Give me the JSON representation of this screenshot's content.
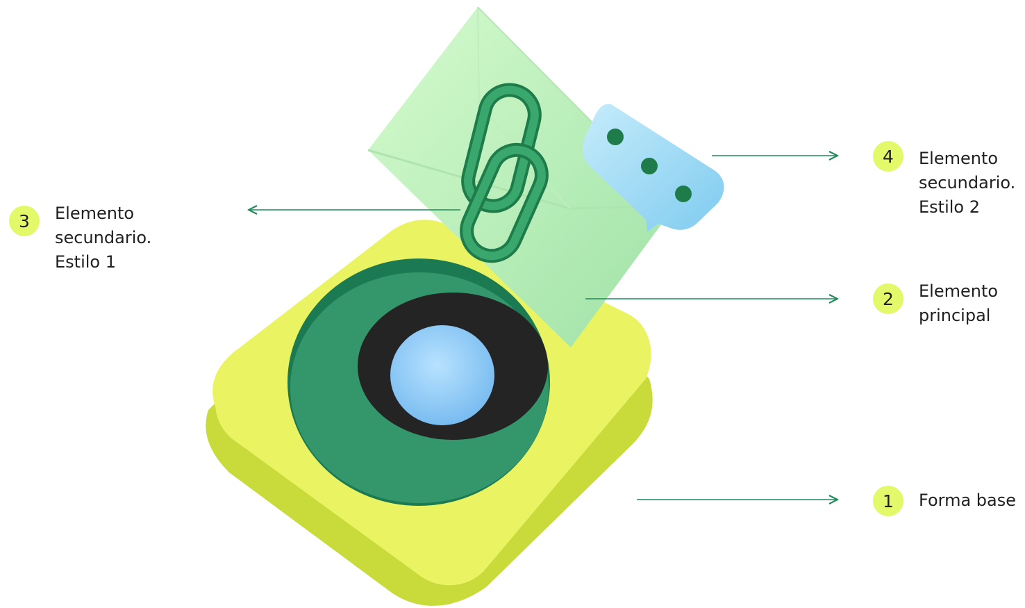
{
  "colors": {
    "badge": "#e4f96a",
    "arrow": "#1f8a5a",
    "base_yellow": "#eaf462",
    "base_green": "#34976c",
    "envelope": "#b8efb0",
    "chain": "#2e9a60",
    "bubble": "#a6ddf6"
  },
  "illustration": {
    "base_shape": "rounded-square-base",
    "main_element": "envelope-icon",
    "secondary_style_1": "chain-link-icon",
    "secondary_style_2": "chat-bubble-icon"
  },
  "callouts": [
    {
      "number": "1",
      "lines": [
        "Forma base"
      ]
    },
    {
      "number": "2",
      "lines": [
        "Elemento",
        "principal"
      ]
    },
    {
      "number": "3",
      "lines": [
        "Elemento",
        "secundario.",
        "Estilo 1"
      ]
    },
    {
      "number": "4",
      "lines": [
        "Elemento",
        "secundario.",
        "Estilo 2"
      ]
    }
  ]
}
